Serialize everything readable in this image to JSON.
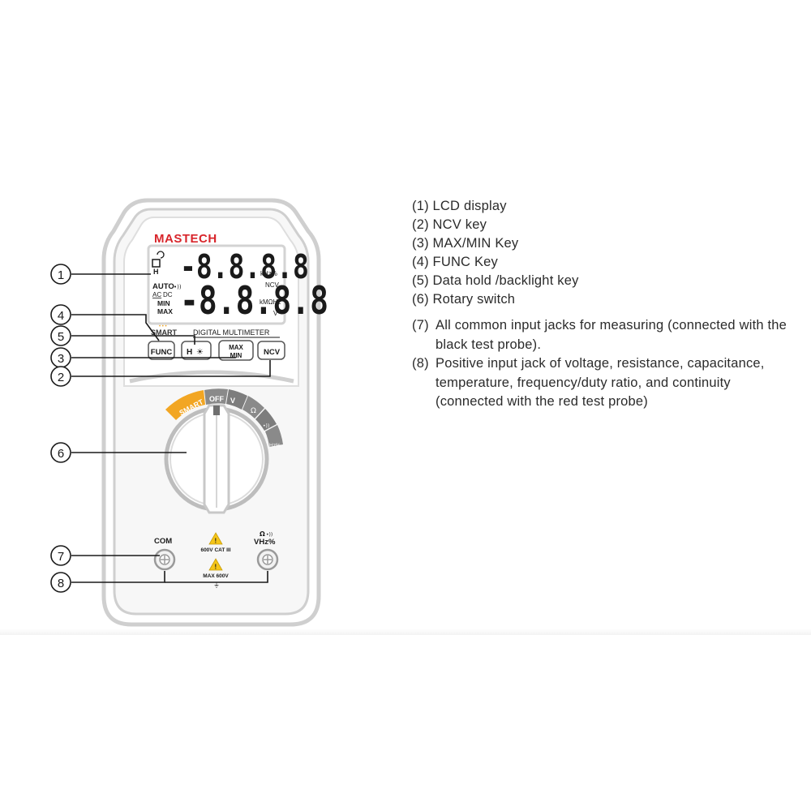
{
  "device": {
    "brand": "MASTECH",
    "model_label": "DIGITAL MULTIMETER",
    "smart_label": "SMART",
    "lcd": {
      "top_digits": "-8.8.8.8",
      "bottom_digits": "-8.8.8.8",
      "top_unit": "kHz%",
      "ncv_unit": "NCV",
      "bottom_unit": "kMΩHz",
      "volt_unit": "V",
      "auto": "AUTO",
      "ac": "AC",
      "dc": "DC",
      "min": "MIN",
      "max": "MAX",
      "hold": "H"
    },
    "buttons": {
      "func": "FUNC",
      "maxmin_top": "MAX",
      "maxmin_bottom": "MIN",
      "ncv": "NCV"
    },
    "dial": {
      "smart": "SMART",
      "off": "OFF",
      "volt": "V",
      "ohm": "Ω",
      "hz": "Hz%"
    },
    "jacks": {
      "com": "COM",
      "vhz": "VHz%",
      "omega_sound": "Ω",
      "cat_rating": "600V CAT III",
      "max_voltage": "MAX 600V"
    }
  },
  "callouts": [
    "1",
    "2",
    "3",
    "4",
    "5",
    "6",
    "7",
    "8"
  ],
  "legend": {
    "items": [
      "(1) LCD display",
      "(2) NCV key",
      "(3) MAX/MIN Key",
      "(4) FUNC Key",
      "(5) Data hold /backlight key",
      "(6) Rotary switch"
    ],
    "notes": [
      {
        "num": "(7)",
        "text": "All common input jacks for measuring (connected with the black test probe)."
      },
      {
        "num": "(8)",
        "text": "Positive input jack of voltage, resistance, capacitance, temperature, frequency/duty ratio, and continuity (connected with the red test probe)"
      }
    ]
  },
  "colors": {
    "outline": "#555555",
    "body_gray": "#cfcfcf",
    "brand_red": "#d8252b",
    "smart_orange": "#f2a623",
    "warning_yellow": "#f5c518",
    "dial_gray": "#7d7d7d"
  }
}
